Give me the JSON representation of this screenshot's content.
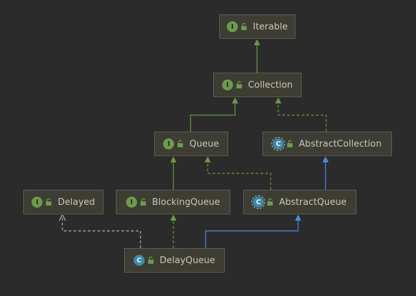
{
  "diagram": {
    "nodes": [
      {
        "id": "iterable",
        "label": "Iterable",
        "kind": "interface",
        "badge": "I"
      },
      {
        "id": "collection",
        "label": "Collection",
        "kind": "interface",
        "badge": "I"
      },
      {
        "id": "queue",
        "label": "Queue",
        "kind": "interface",
        "badge": "I"
      },
      {
        "id": "abstractcollection",
        "label": "AbstractCollection",
        "kind": "abstract",
        "badge": "C"
      },
      {
        "id": "delayed",
        "label": "Delayed",
        "kind": "interface",
        "badge": "I"
      },
      {
        "id": "blockingqueue",
        "label": "BlockingQueue",
        "kind": "interface",
        "badge": "I"
      },
      {
        "id": "abstractqueue",
        "label": "AbstractQueue",
        "kind": "abstract",
        "badge": "C"
      },
      {
        "id": "delayqueue",
        "label": "DelayQueue",
        "kind": "class",
        "badge": "C"
      }
    ],
    "edges": [
      {
        "from": "collection",
        "to": "iterable",
        "type": "extends-interface"
      },
      {
        "from": "queue",
        "to": "collection",
        "type": "extends-interface"
      },
      {
        "from": "abstractcollection",
        "to": "collection",
        "type": "implements"
      },
      {
        "from": "blockingqueue",
        "to": "queue",
        "type": "extends-interface"
      },
      {
        "from": "abstractqueue",
        "to": "queue",
        "type": "implements"
      },
      {
        "from": "abstractqueue",
        "to": "abstractcollection",
        "type": "extends-class"
      },
      {
        "from": "delayqueue",
        "to": "blockingqueue",
        "type": "implements"
      },
      {
        "from": "delayqueue",
        "to": "abstractqueue",
        "type": "extends-class"
      },
      {
        "from": "delayqueue",
        "to": "delayed",
        "type": "uses"
      }
    ],
    "colors": {
      "background": "#2b2b2b",
      "node_fill": "#3d3d34",
      "node_border": "#5f5f55",
      "text": "#c9c9c2",
      "interface_badge": "#6d9a4c",
      "class_badge": "#3f8aa6",
      "green_edge": "#6a9a44",
      "blue_edge": "#4a8fe0",
      "gray_edge": "#b5b5b5"
    },
    "icons": {
      "visibility": "unlocked-padlock-icon"
    }
  }
}
